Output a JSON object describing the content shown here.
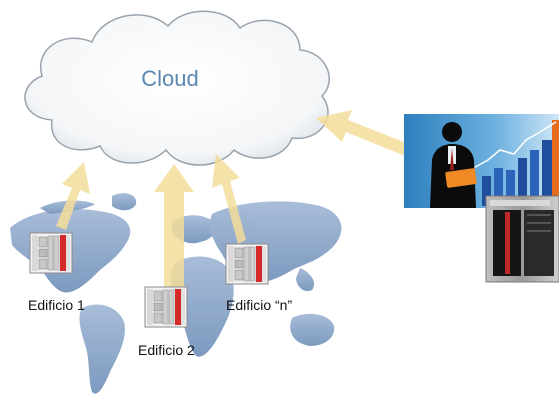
{
  "cloud": {
    "label": "Cloud"
  },
  "sites": [
    {
      "label": "Edificio 1"
    },
    {
      "label": "Edificio 2"
    },
    {
      "label": "Edificio “n”"
    }
  ],
  "icons": {
    "cloud": "cloud-icon",
    "controller": "plc-controller-icon",
    "manager": "business-analyst-icon",
    "server": "server-icon",
    "map": "world-map-icon"
  },
  "colors": {
    "arrow": "#f3dd9a",
    "map": "#7d9cc3",
    "cloud_text": "#5b86b0",
    "controller_red": "#d52a2a"
  }
}
